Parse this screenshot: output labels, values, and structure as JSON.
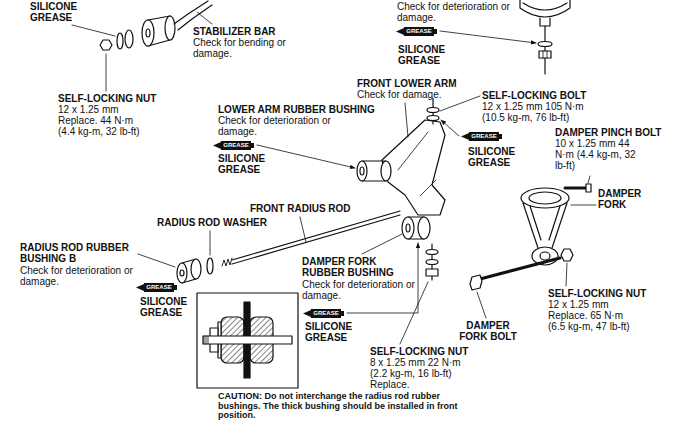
{
  "diagram": {
    "labels": [
      "SILICONE GREASE",
      "SELF-LOCKING NUT",
      "12 x 1.25 mm Replace. 44 N·m (4.4 kg-m, 32 lb-ft)",
      "STABILIZER BAR",
      "Check for bending or damage.",
      "Check for deterioration or damage.",
      "GREASE",
      "SILICONE GREASE",
      "FRONT LOWER ARM",
      "Check for damage.",
      "SELF-LOCKING BOLT",
      "12 x 1.25 mm 105 N·m (10.5 kg-m, 76 lb-ft)",
      "LOWER ARM RUBBER BUSHING",
      "Check for deterioration or damage.",
      "GREASE",
      "SILICONE GREASE",
      "GREASE",
      "SILICONE GREASE",
      "DAMPER PINCH BOLT",
      "10 x 1.25 mm 44 N·m (4.4 kg-m, 32 lb-ft)",
      "DAMPER FORK",
      "FRONT RADIUS ROD",
      "RADIUS ROD WASHER",
      "RADIUS ROD RUBBER BUSHING B",
      "Check for deterioration or damage.",
      "GREASE",
      "SILICONE GREASE",
      "DAMPER FORK RUBBER BUSHING",
      "Check for deterioration or damage.",
      "GREASE",
      "SILICONE GREASE",
      "SELF-LOCKING NUT",
      "12 x 1.25 mm Replace. 65 N·m (6.5 kg-m, 47 lb-ft)",
      "DAMPER FORK BOLT",
      "SELF-LOCKING NUT",
      "8 x 1.25 mm 22 N·m (2.2 kg-m, 16 lb-ft) Replace.",
      "CAUTION: Do not interchange the radius rod rubber bushings. The thick bushing should be installed in front position."
    ]
  }
}
